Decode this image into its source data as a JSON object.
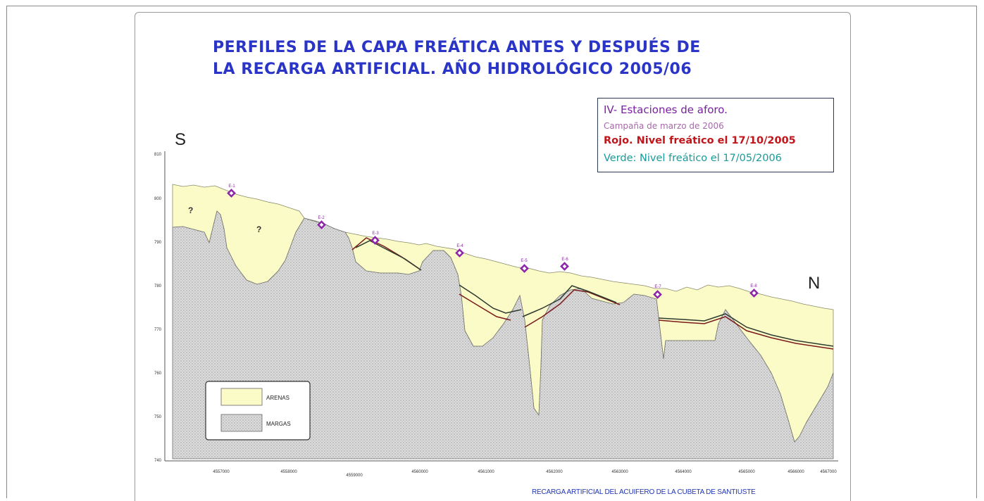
{
  "title": {
    "line1": "PERFILES DE LA CAPA FREÁTICA ANTES Y DESPUÉS DE",
    "line2": "LA RECARGA ARTIFICIAL. AÑO HIDROLÓGICO 2005/06"
  },
  "info_box": {
    "title": "IV- Estaciones de aforo.",
    "subtitle": "Campaña de marzo de 2006",
    "red_line": "Rojo. Nivel freático el 17/10/2005",
    "green_line": "Verde: Nivel freático el 17/05/2006"
  },
  "compass": {
    "south": "S",
    "north": "N"
  },
  "y_axis_ticks": [
    "810",
    "800",
    "790",
    "780",
    "770",
    "760",
    "750",
    "740"
  ],
  "x_axis_ticks": [
    "4557000",
    "4558000",
    "4559000",
    "4560000",
    "4561000",
    "4562000",
    "4563000",
    "4564000",
    "4565000",
    "4566000",
    "4567000"
  ],
  "unknown_marks": [
    "?",
    "?"
  ],
  "stations": [
    "E-1",
    "E-2",
    "E-3",
    "E-4",
    "E-5",
    "E-6",
    "E-7",
    "E-8"
  ],
  "legend": {
    "sand": "ARENAS",
    "marl": "MARGAS"
  },
  "footer": "RECARGA ARTIFICIAL DEL ACUIFERO DE LA CUBETA DE SANTIUSTE",
  "colors": {
    "title": "#2a35c8",
    "sand_fill": "#fbfbc8",
    "marl_fill": "#d8d8d8",
    "station_marker": "#8e24aa",
    "red_level": "#c0161b",
    "green_level": "#1a9a9a"
  }
}
